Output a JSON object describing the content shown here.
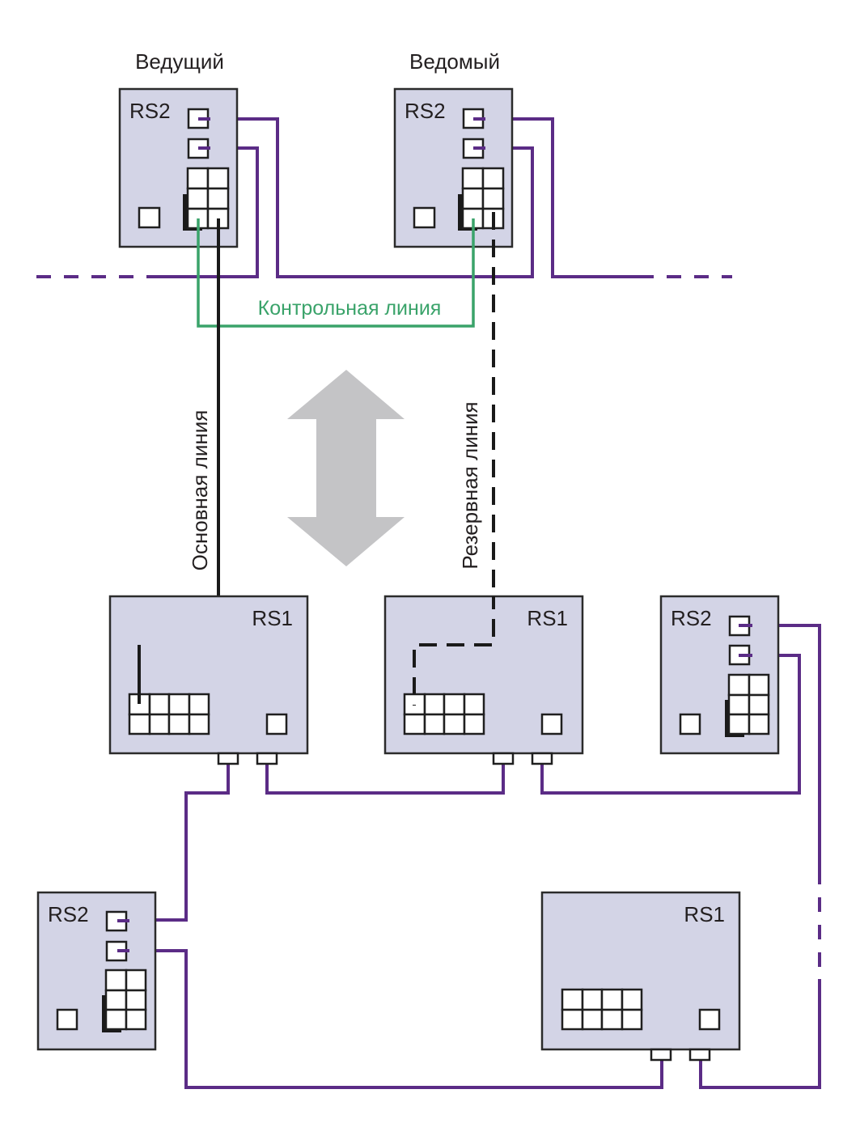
{
  "title_labels": {
    "master": "Ведущий",
    "slave": "Ведомый"
  },
  "lines": {
    "control": "Контрольная линия",
    "main": "Основная линия",
    "reserve": "Резервная линия"
  },
  "devices": {
    "master_rs2": "RS2",
    "slave_rs2": "RS2",
    "rs1_left": "RS1",
    "rs1_center": "RS1",
    "rs2_right": "RS2",
    "rs2_bottom_left": "RS2",
    "rs1_bottom_right": "RS1"
  },
  "colors": {
    "device_fill": "#d3d4e6",
    "bus_purple": "#5b2c86",
    "control_green": "#3aa36a",
    "main_black": "#1a1a1a",
    "arrow_gray": "#c4c4c6"
  }
}
